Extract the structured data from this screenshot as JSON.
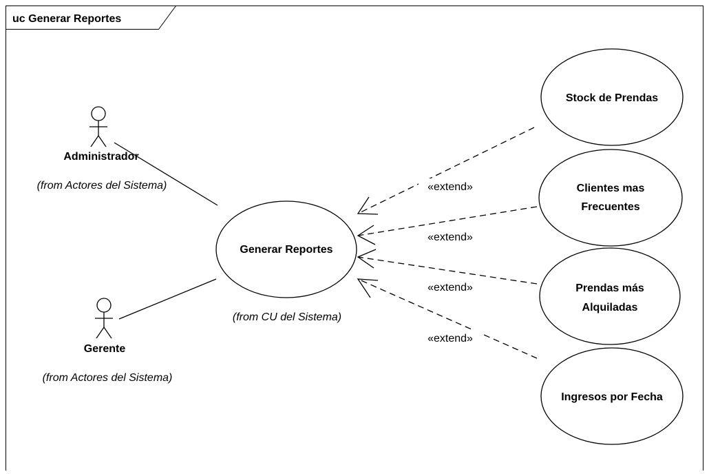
{
  "frame": {
    "title": "uc Generar Reportes"
  },
  "actors": [
    {
      "id": "administrador",
      "name": "Administrador",
      "origin": "(from Actores del Sistema)"
    },
    {
      "id": "gerente",
      "name": "Gerente",
      "origin": "(from Actores del Sistema)"
    }
  ],
  "main_use_case": {
    "name": "Generar Reportes",
    "origin": "(from CU del Sistema)"
  },
  "extensions": [
    {
      "lines": [
        "Stock de Prendas"
      ],
      "stereotype": "«extend»"
    },
    {
      "lines": [
        "Clientes mas",
        "Frecuentes"
      ],
      "stereotype": "«extend»"
    },
    {
      "lines": [
        "Prendas más",
        "Alquiladas"
      ],
      "stereotype": "«extend»"
    },
    {
      "lines": [
        "Ingresos por Fecha"
      ],
      "stereotype": "«extend»"
    }
  ]
}
